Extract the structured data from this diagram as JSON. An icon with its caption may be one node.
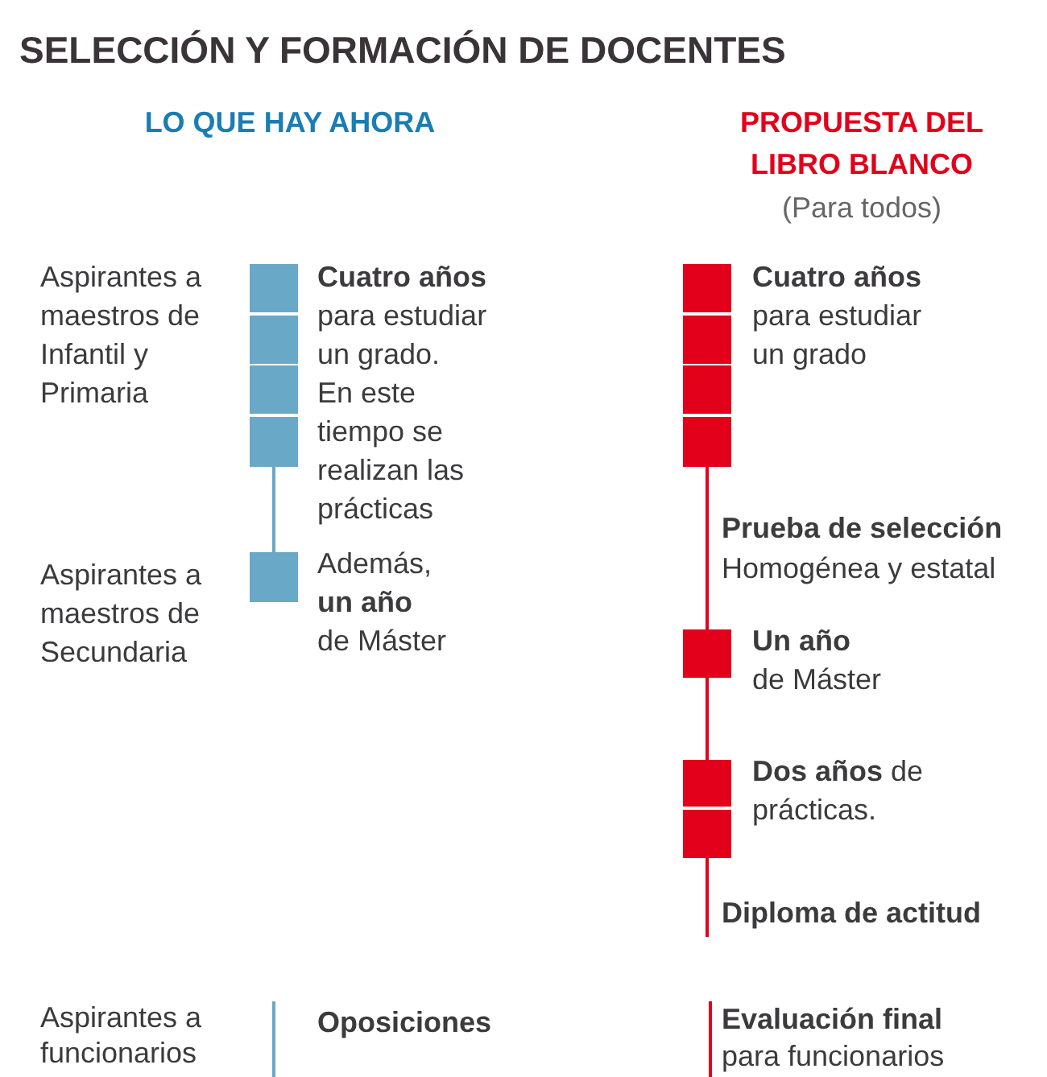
{
  "diagram": {
    "title": "SELECCIÓN Y FORMACIÓN DE DOCENTES",
    "nodes": [
      {
        "text": [],
        "shape": "bar",
        "beside": [
          "**Cuatro años** para estudiar un grado.",
          "En este tiempo se realizan las prácticas"
        ]
      },
      {
        "text": [],
        "shape": "bar",
        "beside": [
          "Además, **un año** de Máster"
        ]
      },
      {
        "text": [],
        "shape": "bar",
        "beside": [
          "**Cuatro años** para estudiar un grado"
        ]
      },
      {
        "text": [],
        "shape": "bar",
        "beside": [
          "**Un año** de Máster"
        ]
      },
      {
        "text": [],
        "shape": "bar",
        "beside": [
          "**Dos años** de prácticas."
        ]
      }
    ],
    "edges": [
      {
        "from": 0,
        "to": 1,
        "arrow": "none",
        "color": "#6aa8c8"
      },
      {
        "from": 2,
        "to": 3,
        "arrow": "none",
        "color": "#e2001a"
      },
      {
        "from": 3,
        "to": 4,
        "arrow": "none",
        "color": "#e2001a"
      },
      {
        "from": 4,
        "to": null,
        "arrow": "none",
        "color": "#e2001a"
      }
    ],
    "labels": [
      "LO QUE HAY AHORA",
      "PROPUESTA DEL LIBRO BLANCO",
      "(Para todos)",
      "Aspirantes a maestros de Infantil y Primaria",
      "Prueba de selección",
      "Homogénea y estatal",
      "Aspirantes a maestros de Secundaria",
      "Diploma de actitud",
      "Aspirantes a funcionarios",
      "Oposiciones",
      "Evaluación final",
      "para funcionarios"
    ]
  }
}
